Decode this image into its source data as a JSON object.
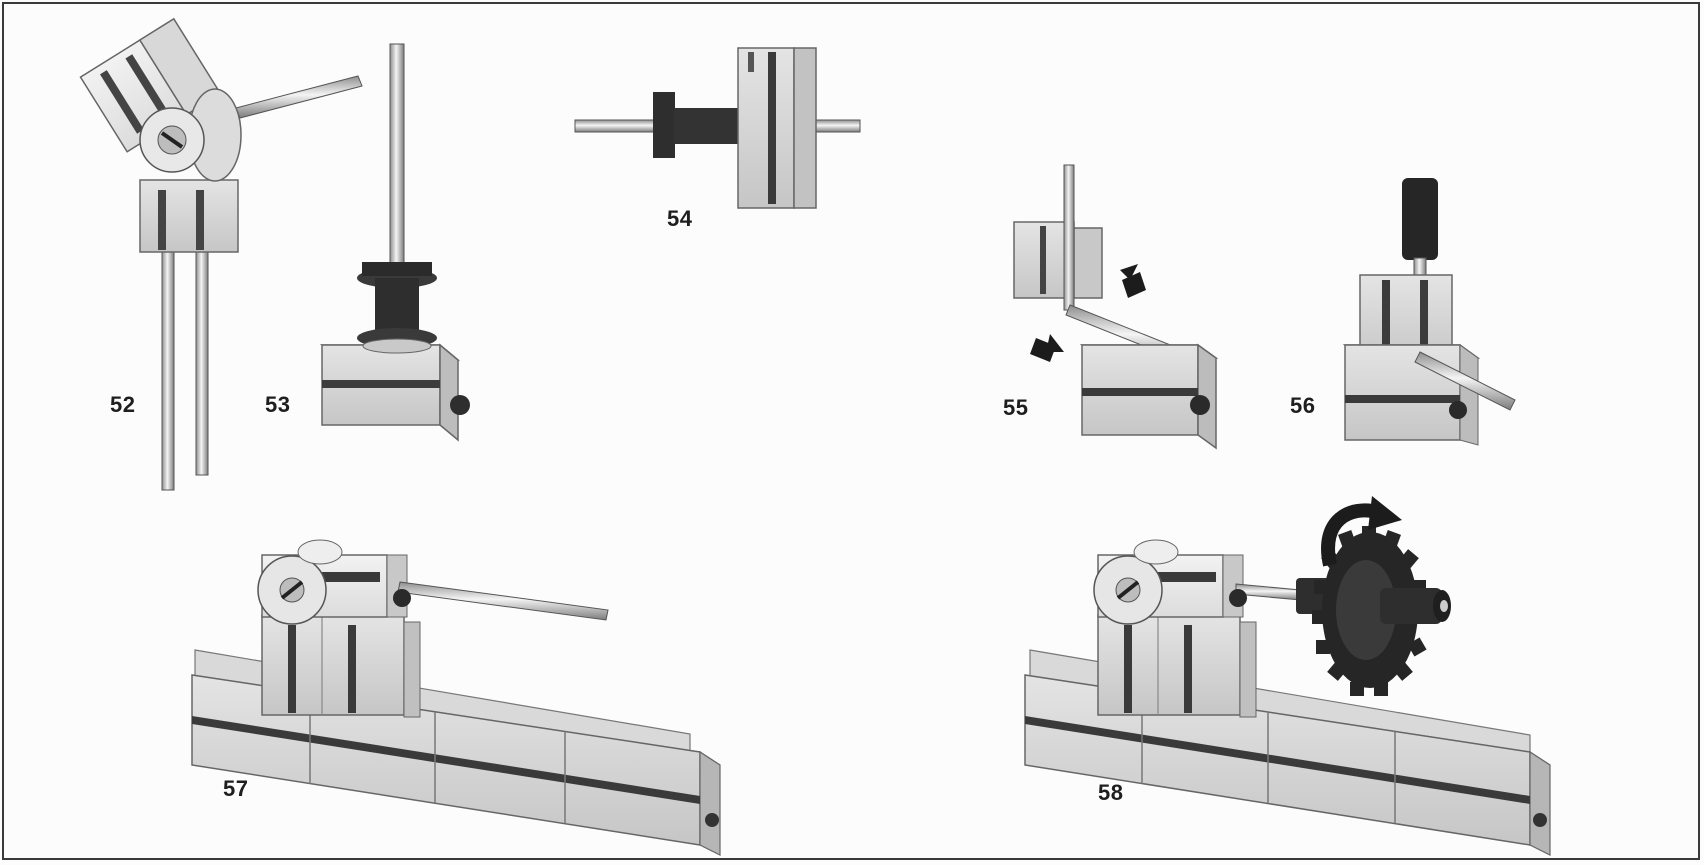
{
  "figures": [
    {
      "id": "fig-52",
      "label": "52"
    },
    {
      "id": "fig-53",
      "label": "53"
    },
    {
      "id": "fig-54",
      "label": "54"
    },
    {
      "id": "fig-55",
      "label": "55"
    },
    {
      "id": "fig-56",
      "label": "56"
    },
    {
      "id": "fig-57",
      "label": "57"
    },
    {
      "id": "fig-58",
      "label": "58"
    }
  ],
  "icons": [
    "push-arrow-icon",
    "rotation-arrow-icon"
  ],
  "colors": {
    "block_light": "#e9e9e9",
    "block_mid": "#d2d2d2",
    "block_shadow": "#b9b9b9",
    "slot_dark": "#3c3c3c",
    "axle_steel": "#cfcfcf",
    "dark_part": "#2e2e2e",
    "border": "#3a3a3a"
  }
}
